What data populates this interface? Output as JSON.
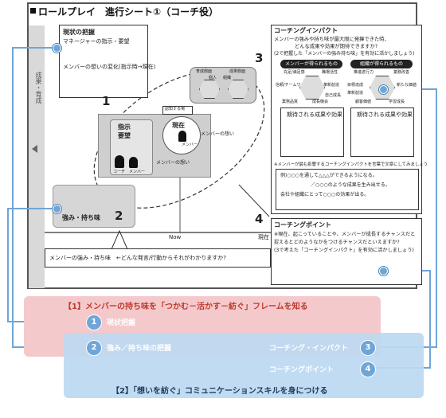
{
  "sheet": {
    "title": "ロールプレイ　進行シート①（コーチ役）",
    "side_label": "成果・育成"
  },
  "current_status": {
    "title": "現状の把握",
    "line1": "マネージャーの指示・要望",
    "line2": "メンバーの想いの変化(指示時→現在)"
  },
  "diagram": {
    "num1": "1",
    "num2": "2",
    "num3": "3",
    "num4": "4",
    "instruction_label": "指示\n要望",
    "current_label": "現在",
    "member_feeling": "メンバーの想い",
    "member_feeling_small": "メンバーの想い",
    "coach": "コーチ",
    "member": "メンバー",
    "member_bubble": "メンバー",
    "kizuku": "認知する場",
    "hex_group_left": "育成側面",
    "hex_group_right": "成果側面",
    "hex_row": [
      "個人",
      "組織"
    ],
    "strengths_label": "強み・持ち味",
    "now_label": "Now",
    "present_label": "現在"
  },
  "impact": {
    "title": "コーチングインパクト",
    "line1": "メンバーの強みや持ち味が最大限に発揮できた時、",
    "line2": "どんな成果や効果が期待できますか?",
    "line3": "(2で把握した「メンバーの強み持ち味」を有効に活かしましょう)",
    "pill_left": "メンバーが得られるもの",
    "pill_right": "組織が得られるもの",
    "left_hex_labels": [
      "充足/満足感",
      "信頼/チームワーク",
      "自己成長",
      "革新創造",
      "職場活性"
    ],
    "left_hex_labels2": [
      "業務品質",
      "成長機会"
    ],
    "right_hex_labels": [
      "推進遂行力",
      "目標達成",
      "革新創造",
      "新たな価値",
      "業務改善"
    ],
    "right_hex_labels2": [
      "顧客価値",
      "学習成長"
    ],
    "effect_left": "期待される成果や効果",
    "effect_right": "期待される成果や効果",
    "note": "※メンバーが最も影響するコーチングインパクトを言葉で文章にしてみましょう",
    "example1": "例)○○○を通して△△△ができるようになる。",
    "example2": "／○○○のような成果を生み出せる。",
    "example3": "会社や組織にとって○○○の効果が出る。"
  },
  "coaching_point": {
    "title": "コーチングポイント",
    "line1": "※現在、起こっていることや、メンバーが成長するチャンスだと",
    "line2": "捉えるとどのようなかをつけるチャンスだといえますか?",
    "line3": "(3で考えた「コーチングインパクト」を有効に活かしましょう)"
  },
  "bottom_question": {
    "text": "メンバーの強み・持ち味　←どんな発言/行動からそれがわかりますか?"
  },
  "legend": {
    "pink_title": "【1】メンバーの持ち味を「つかむ－活かす－紡ぐ」フレームを知る",
    "item1_num": "1",
    "item1_label": "現状把握",
    "item2_num": "2",
    "item2_label": "強み／持ち味の把握",
    "item3_num": "3",
    "item3_label": "コーチング・インパクト",
    "item4_num": "4",
    "item4_label": "コーチングポイント",
    "blue_title": "【2】「想いを紡ぐ」コミュニケーションスキルを身につける"
  },
  "colors": {
    "pink_band": "#f4c9cc",
    "blue_band": "#bcd9f1",
    "accent_blue": "#6fa5d8",
    "pink_title_text": "#c0392b",
    "blue_title_text": "#1f3a5f"
  }
}
